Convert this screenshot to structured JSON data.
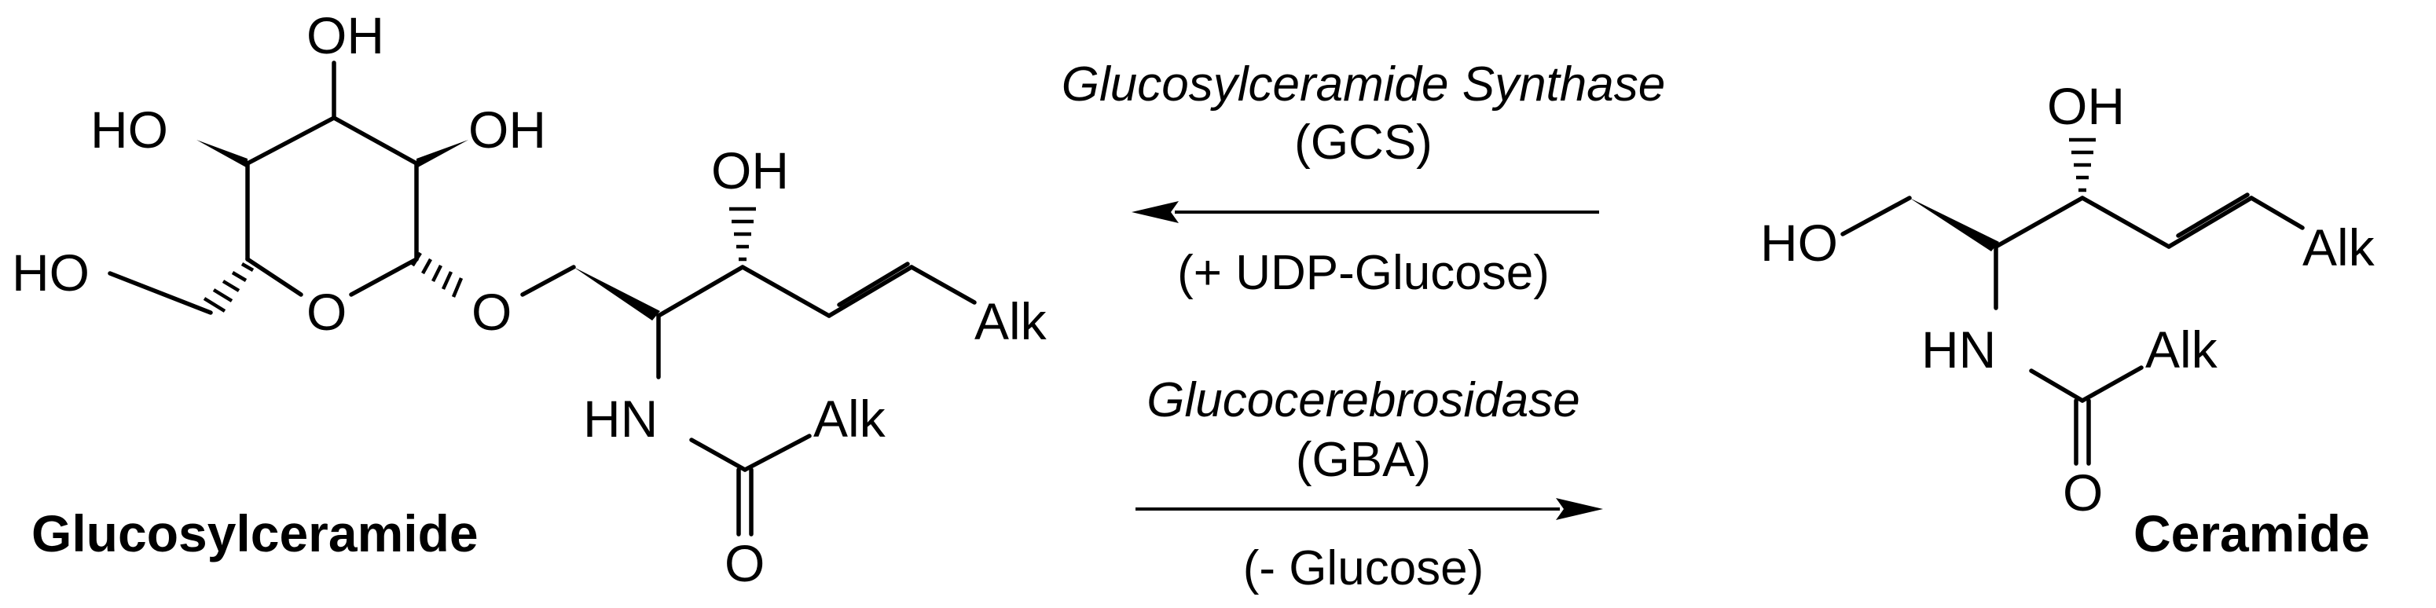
{
  "labels": {
    "glucosylceramide": "Glucosylceramide",
    "ceramide": "Ceramide"
  },
  "forward_arrow": {
    "enzyme": "Glucosylceramide Synthase",
    "abbreviation": "(GCS)",
    "cofactor": "(+ UDP-Glucose)",
    "direction": "right-to-left"
  },
  "reverse_arrow": {
    "enzyme": "Glucocerebrosidase",
    "abbreviation": "(GBA)",
    "cofactor": "(- Glucose)",
    "direction": "left-to-right"
  },
  "atoms": {
    "oh": "OH",
    "ho": "HO",
    "o": "O",
    "hn": "HN",
    "alk": "Alk"
  }
}
